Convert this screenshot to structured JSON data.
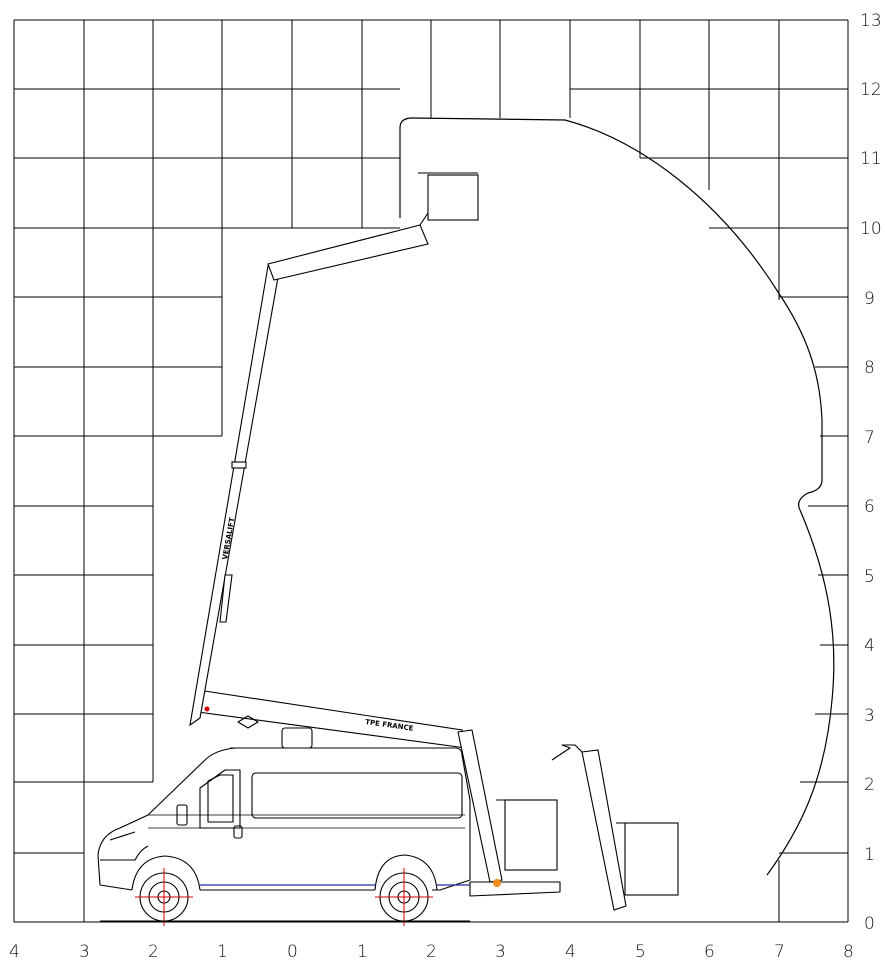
{
  "y_axis": {
    "labels": [
      "0",
      "1",
      "2",
      "3",
      "4",
      "5",
      "6",
      "7",
      "8",
      "9",
      "10",
      "11",
      "12",
      "13"
    ]
  },
  "x_axis": {
    "labels": [
      "4",
      "3",
      "2",
      "1",
      "0",
      "1",
      "2",
      "3",
      "4",
      "5",
      "6",
      "7",
      "8"
    ]
  },
  "boom_text": {
    "lower": "TPE FRANCE",
    "upper": "VERSALIFT"
  }
}
